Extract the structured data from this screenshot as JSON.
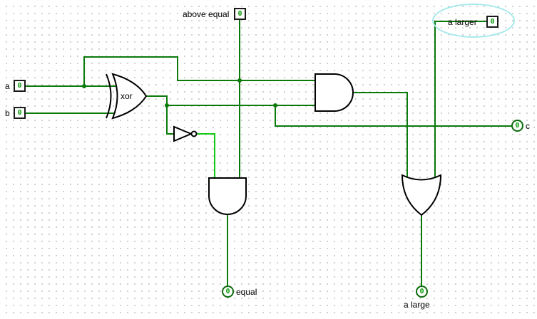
{
  "app": {
    "name": "logic-circuit-editor",
    "view": "comparator-circuit-canvas"
  },
  "colors": {
    "wire_low": "#0a7a0a",
    "wire_high": "#15cb15",
    "grid_dot": "#c9c9c9",
    "gate_stroke": "#000000",
    "pin_value": "#0a9a0a",
    "pin_ring": "#0b6b0b",
    "pin_border": "#1a1a1a",
    "label": "#000000",
    "annotation": "#a6e9ec"
  },
  "pins": {
    "a": {
      "label": "a",
      "value": "0",
      "kind": "input"
    },
    "b": {
      "label": "b",
      "value": "0",
      "kind": "input"
    },
    "above_equal": {
      "label": "above equal",
      "value": "0",
      "kind": "input"
    },
    "a_larger": {
      "label": "a larger",
      "value": "0",
      "kind": "input",
      "annotated": true
    },
    "c": {
      "label": "c",
      "value": "0",
      "kind": "output"
    },
    "equal": {
      "label": "equal",
      "value": "0",
      "kind": "output"
    },
    "a_large": {
      "label": "a large",
      "value": "0",
      "kind": "output"
    }
  },
  "gates": {
    "xor": {
      "type": "XOR",
      "label": "xor"
    },
    "not1": {
      "type": "NOT"
    },
    "and1": {
      "type": "AND"
    },
    "and2": {
      "type": "AND"
    },
    "or1": {
      "type": "OR"
    }
  },
  "annotation": {
    "shape": "ellipse",
    "target": "a_larger"
  }
}
